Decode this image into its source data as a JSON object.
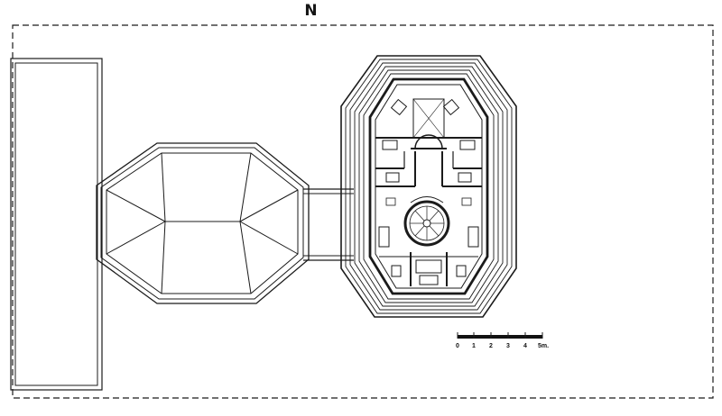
{
  "drawing": {
    "north_label": "N",
    "scale_bar": {
      "ticks": [
        "0",
        "1",
        "2",
        "3",
        "4",
        "5m."
      ]
    }
  }
}
